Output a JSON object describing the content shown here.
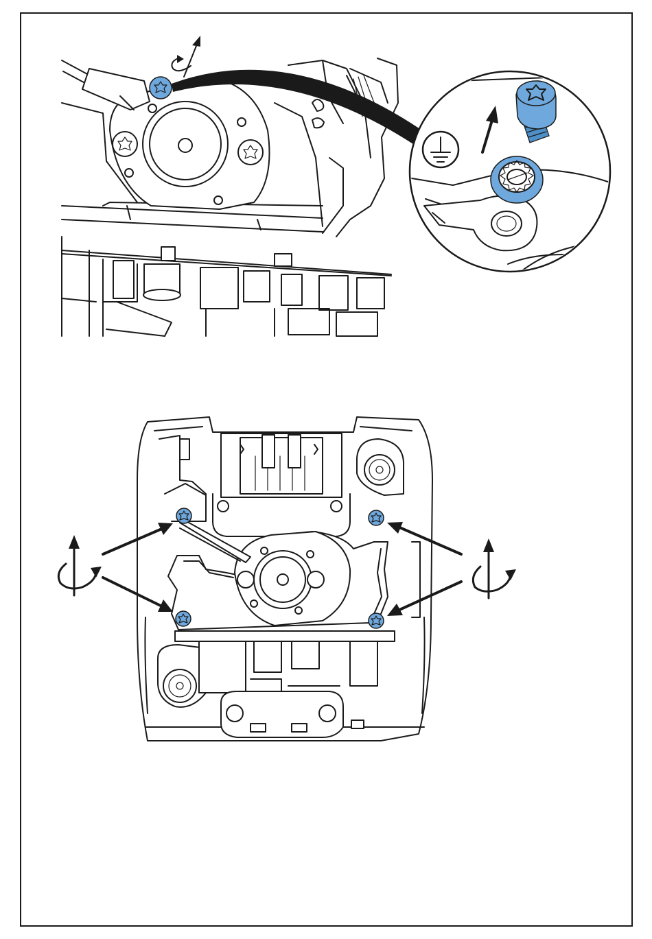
{
  "figure": {
    "top_detail": {
      "screw_icon": "torx-screw-icon",
      "rotation_icon": "unscrew-rotation-icon",
      "zoom_callout": "magnified-callout",
      "ground_symbol": "protective-earth-ground-icon",
      "washer": "serrated-lock-washer-icon",
      "cable_lug": "ring-cable-lug-icon"
    },
    "bottom_detail": {
      "screws": [
        "top-left-screw",
        "top-right-screw",
        "bottom-left-screw",
        "bottom-right-screw"
      ],
      "rotation_icon": "unscrew-rotation-icon"
    },
    "colors": {
      "screw_highlight": "#6fa8dc",
      "line": "#1a1a1a",
      "background": "#ffffff"
    }
  }
}
